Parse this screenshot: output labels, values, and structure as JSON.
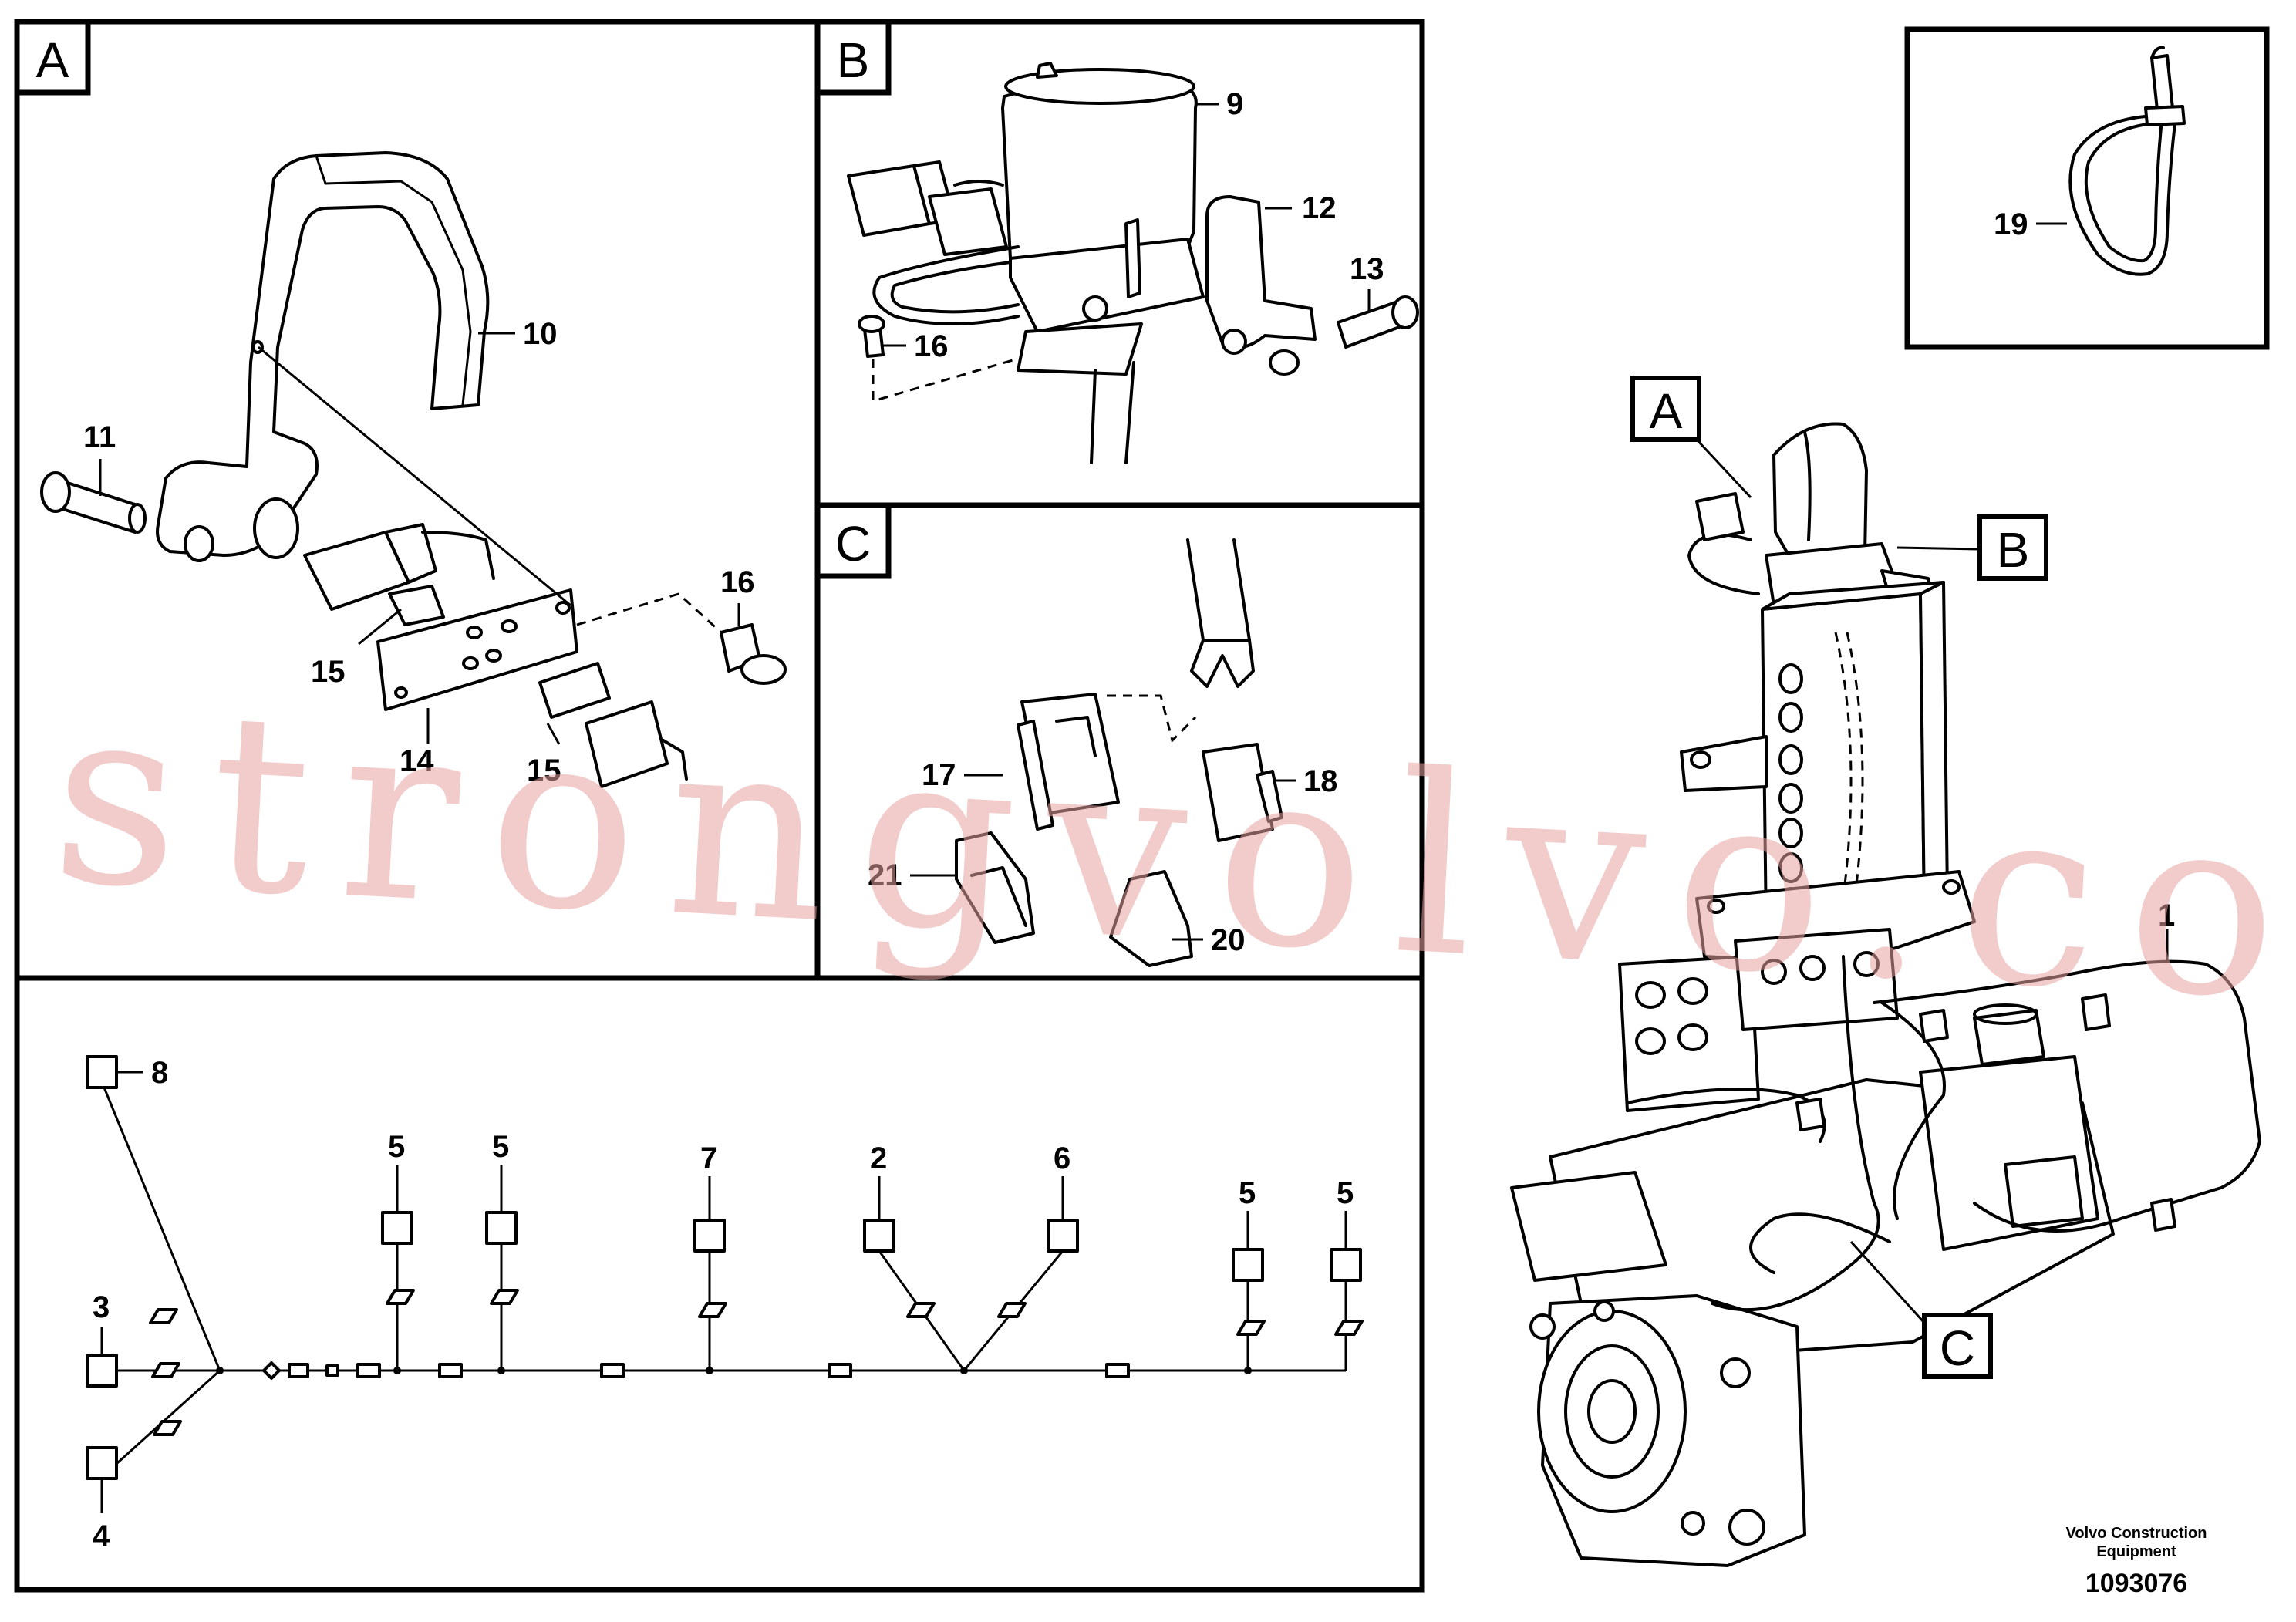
{
  "watermark": "strongvolvo.com",
  "sections": {
    "a": "A",
    "b": "B",
    "c": "C"
  },
  "callouts": {
    "p1": "1",
    "p2": "2",
    "p3": "3",
    "p4": "4",
    "p5a": "5",
    "p5b": "5",
    "p5c": "5",
    "p5d": "5",
    "p6": "6",
    "p7": "7",
    "p8": "8",
    "p9": "9",
    "p10": "10",
    "p11": "11",
    "p12": "12",
    "p13": "13",
    "p14": "14",
    "p15a": "15",
    "p15b": "15",
    "p16a": "16",
    "p16b": "16",
    "p17": "17",
    "p18": "18",
    "p19": "19",
    "p20": "20",
    "p21": "21"
  },
  "footer": {
    "company_line1": "Volvo Construction",
    "company_line2": "Equipment",
    "drawing_number": "1093076"
  }
}
